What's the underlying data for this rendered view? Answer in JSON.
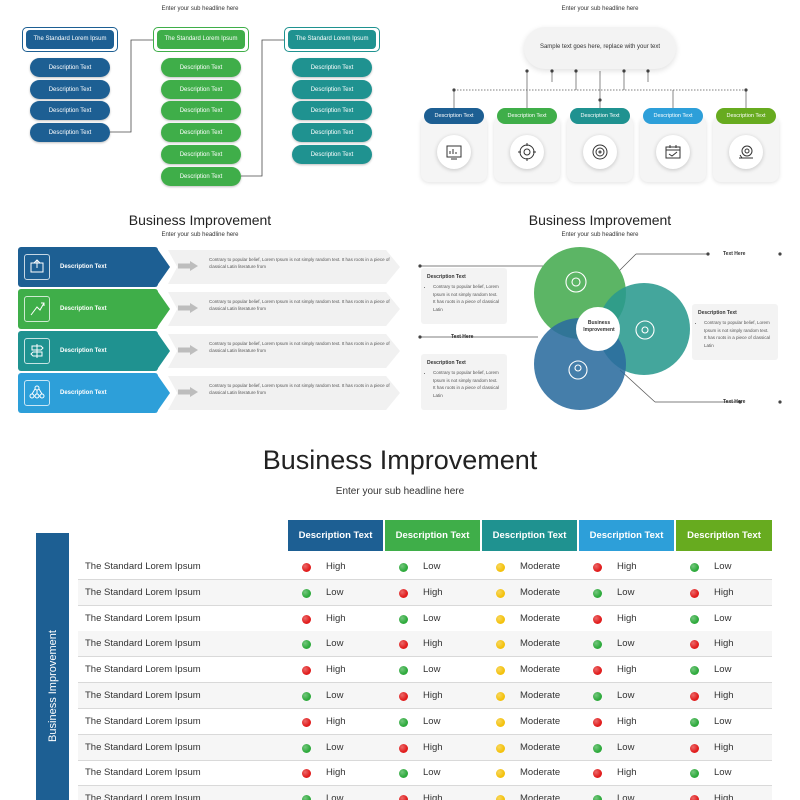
{
  "colors": {
    "blue": "#1d5f93",
    "green": "#3fae49",
    "teal": "#1f9290",
    "lightblue": "#2d9fd9",
    "lime": "#67ab1f",
    "red": "#e11d1d",
    "dotgreen": "#2eaa3c",
    "yellow": "#f4c20d"
  },
  "panel1": {
    "subtitle": "Enter your sub headline here",
    "headers": [
      "The Standard Lorem Ipsum",
      "The Standard Lorem Ipsum",
      "The Standard Lorem Ipsum"
    ],
    "items": "Description Text"
  },
  "panel2": {
    "subtitle": "Enter your sub headline here",
    "bubble": "Sample text goes here, replace with your text",
    "cards": [
      "Description Text",
      "Description Text",
      "Description Text",
      "Description Text",
      "Description Text"
    ]
  },
  "panel3": {
    "title": "Business Improvement",
    "subtitle": "Enter your sub headline here",
    "rows": [
      {
        "label": "Description Text",
        "text": "Contrary to popular belief, Lorem Ipsum is not simply random text. It has roots in a piece of classical Latin literature from"
      },
      {
        "label": "Description Text",
        "text": "Contrary to popular belief, Lorem Ipsum is not simply random text. It has roots in a piece of classical Latin literature from"
      },
      {
        "label": "Description Text",
        "text": "Contrary to popular belief, Lorem Ipsum is not simply random text. It has roots in a piece of classical Latin literature from"
      },
      {
        "label": "Description Text",
        "text": "Contrary to popular belief, Lorem Ipsum is not simply random text. It has roots in a piece of classical Latin literature from"
      }
    ]
  },
  "panel4": {
    "title": "Business Improvement",
    "subtitle": "Enter your sub headline here",
    "center": "Business Improvement",
    "card1_head": "Description Text",
    "card1_text": "Contrary to popular belief, Lorem Ipsum is not simply random text. It has roots in a piece of classical Latin",
    "card2_head": "Description Text",
    "card2_text": "Contrary to popular belief, Lorem Ipsum is not simply random text. It has roots in a piece of classical Latin",
    "card3_head": "Description Text",
    "card3_text": "Contrary to popular belief, Lorem Ipsum is not simply random text. It has roots in a piece of classical Latin",
    "text_here_1": "Text Here",
    "text_here_2": "Text Here",
    "text_here_3": "Text Here"
  },
  "main": {
    "title": "Business Improvement",
    "subtitle": "Enter your sub headline here",
    "side_label": "Business Improvement",
    "columns": [
      "Description Text",
      "Description Text",
      "Description Text",
      "Description Text",
      "Description Text"
    ],
    "rows": [
      {
        "label": "The Standard Lorem Ipsum",
        "cells": [
          "High",
          "Low",
          "Moderate",
          "High",
          "Low"
        ]
      },
      {
        "label": "The Standard Lorem Ipsum",
        "cells": [
          "Low",
          "High",
          "Moderate",
          "Low",
          "High"
        ]
      },
      {
        "label": "The Standard Lorem Ipsum",
        "cells": [
          "High",
          "Low",
          "Moderate",
          "High",
          "Low"
        ]
      },
      {
        "label": "The Standard Lorem Ipsum",
        "cells": [
          "Low",
          "High",
          "Moderate",
          "Low",
          "High"
        ]
      },
      {
        "label": "The Standard Lorem Ipsum",
        "cells": [
          "High",
          "Low",
          "Moderate",
          "High",
          "Low"
        ]
      },
      {
        "label": "The Standard Lorem Ipsum",
        "cells": [
          "Low",
          "High",
          "Moderate",
          "Low",
          "High"
        ]
      },
      {
        "label": "The Standard Lorem Ipsum",
        "cells": [
          "High",
          "Low",
          "Moderate",
          "High",
          "Low"
        ]
      },
      {
        "label": "The Standard Lorem Ipsum",
        "cells": [
          "Low",
          "High",
          "Moderate",
          "Low",
          "High"
        ]
      },
      {
        "label": "The Standard Lorem Ipsum",
        "cells": [
          "High",
          "Low",
          "Moderate",
          "High",
          "Low"
        ]
      },
      {
        "label": "The Standard Lorem Ipsum",
        "cells": [
          "Low",
          "High",
          "Moderate",
          "Low",
          "High"
        ]
      }
    ]
  }
}
